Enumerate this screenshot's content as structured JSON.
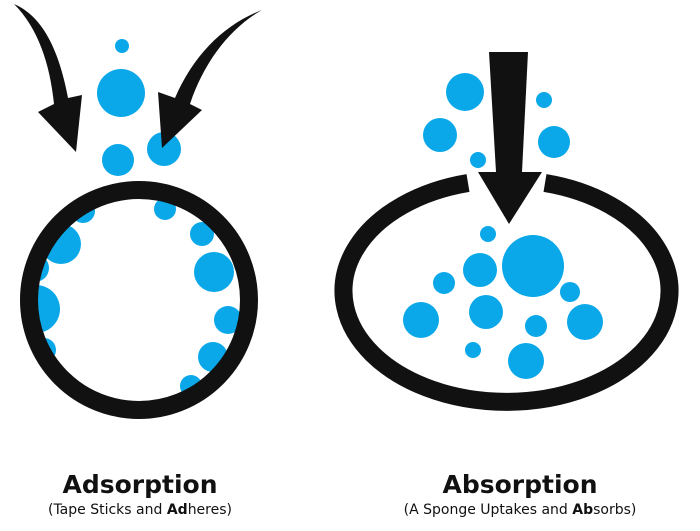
{
  "colors": {
    "bubble": "#0aa8e8",
    "outline": "#111111",
    "background": "#ffffff"
  },
  "adsorption": {
    "title": "Adsorption",
    "subtitle_pre": "(Tape Sticks and ",
    "subtitle_bold": "Ad",
    "subtitle_post": "heres)"
  },
  "absorption": {
    "title": "Absorption",
    "subtitle_pre": "(A Sponge Uptakes and ",
    "subtitle_bold": "Ab",
    "subtitle_post": "sorbs)"
  }
}
